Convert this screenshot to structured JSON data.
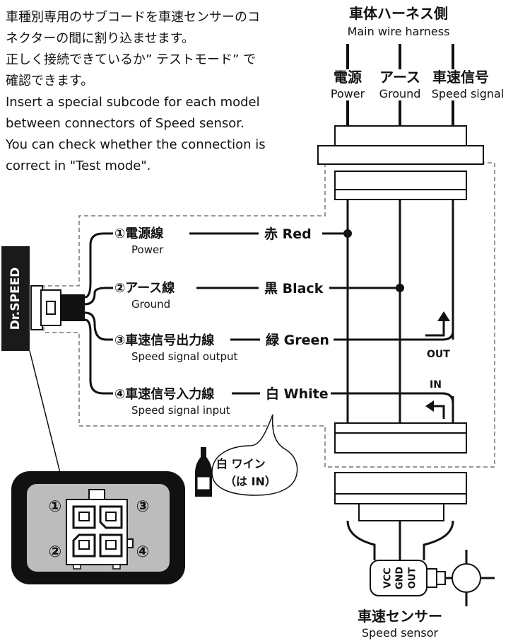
{
  "description": {
    "jp_line1": "車種別専用のサブコードを車速センサーのコ",
    "jp_line2": "ネクターの間に割り込ませます。",
    "jp_line3": "正しく接続できているか” テストモード” で",
    "jp_line4": "確認できます。",
    "en_line1": "Insert a special subcode for each model",
    "en_line2": "between connectors of Speed sensor.",
    "en_line3": "You can check whether the connection is",
    "en_line4": "correct in \"Test mode\"."
  },
  "harness": {
    "title_jp": "車体ハーネス側",
    "title_en": "Main wire harness",
    "power_jp": "電源",
    "power_en": "Power",
    "ground_jp": "アース",
    "ground_en": "Ground",
    "speed_jp": "車速信号",
    "speed_en": "Speed signal"
  },
  "device": {
    "name": "Dr.SPEED"
  },
  "wires": [
    {
      "label_jp": "①電源線",
      "label_en": "Power",
      "color_label": "赤 Red"
    },
    {
      "label_jp": "②アース線",
      "label_en": "Ground",
      "color_label": "黒 Black"
    },
    {
      "label_jp": "③車速信号出力線",
      "label_en": "Speed signal output",
      "color_label": "緑 Green"
    },
    {
      "label_jp": "④車速信号入力線",
      "label_en": "Speed signal input",
      "color_label": "白 White"
    }
  ],
  "signal_flow": {
    "out_label": "OUT",
    "in_label": "IN"
  },
  "callout": {
    "line1": "白 ワイン",
    "line2": "（は IN）"
  },
  "connector_pins": [
    "①",
    "②",
    "③",
    "④"
  ],
  "sensor": {
    "pin_vcc": "VCC",
    "pin_gnd": "GND",
    "pin_out": "OUT",
    "title_jp": "車速センサー",
    "title_en": "Speed sensor"
  }
}
